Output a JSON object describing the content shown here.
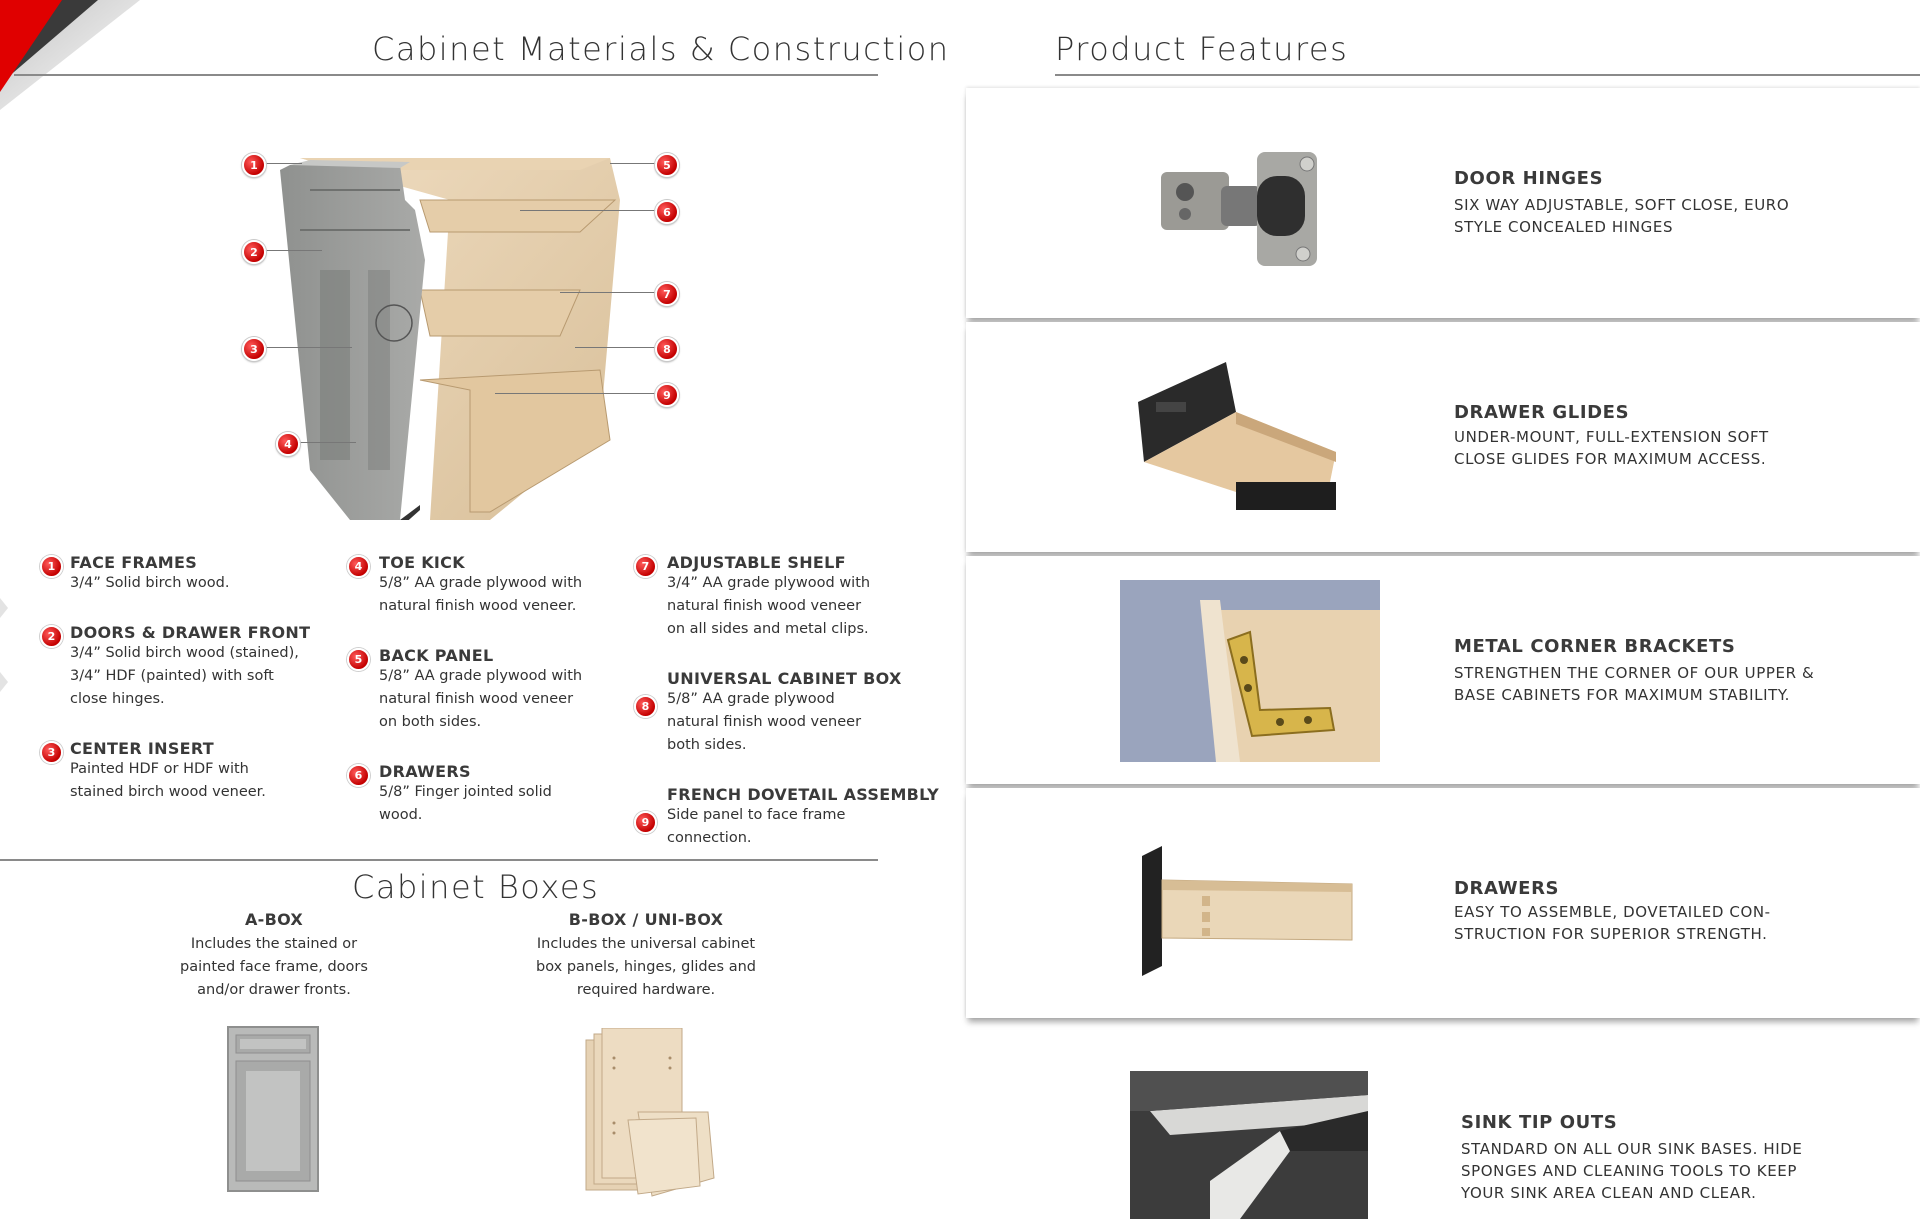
{
  "left": {
    "title": "Cabinet Materials & Construction",
    "callouts": [
      "1",
      "2",
      "3",
      "4",
      "5",
      "6",
      "7",
      "8",
      "9"
    ],
    "specs": [
      {
        "num": "1",
        "title": "FACE FRAMES",
        "body": "3/4” Solid birch wood."
      },
      {
        "num": "2",
        "title": "DOORS & DRAWER FRONT",
        "body": "3/4” Solid birch wood (stained),\n3/4” HDF (painted) with soft\nclose hinges."
      },
      {
        "num": "3",
        "title": "CENTER INSERT",
        "body": "Painted HDF or HDF with\nstained birch wood veneer."
      },
      {
        "num": "4",
        "title": "TOE KICK",
        "body": "5/8” AA grade plywood with\nnatural finish wood veneer."
      },
      {
        "num": "5",
        "title": "BACK PANEL",
        "body": "5/8” AA grade plywood with\nnatural finish wood veneer\non both sides."
      },
      {
        "num": "6",
        "title": "DRAWERS",
        "body": "5/8” Finger jointed solid\nwood."
      },
      {
        "num": "7",
        "title": "ADJUSTABLE SHELF",
        "body": "3/4” AA grade plywood with\nnatural finish wood veneer\non all sides and metal clips."
      },
      {
        "num": "8",
        "title": "UNIVERSAL CABINET BOX",
        "body": "5/8” AA grade plywood\nnatural finish wood veneer\nboth sides."
      },
      {
        "num": "9",
        "title": "FRENCH DOVETAIL ASSEMBLY",
        "body": "Side panel to face frame connection."
      }
    ],
    "boxes_title": "Cabinet Boxes",
    "boxes": [
      {
        "title": "A-BOX",
        "body": "Includes the stained or\npainted face frame, doors\nand/or drawer fronts."
      },
      {
        "title": "B-BOX / UNI-BOX",
        "body": "Includes the universal cabinet\nbox panels, hinges, glides and\nrequired hardware."
      }
    ]
  },
  "right": {
    "title": "Product Features",
    "features": [
      {
        "title": "DOOR HINGES",
        "body": "SIX WAY ADJUSTABLE, SOFT CLOSE, EURO\nSTYLE CONCEALED HINGES",
        "icon": "hinge-image"
      },
      {
        "title": "DRAWER GLIDES",
        "body": "UNDER-MOUNT, FULL-EXTENSION SOFT\nCLOSE GLIDES FOR MAXIMUM ACCESS.",
        "icon": "drawer-glide-image"
      },
      {
        "title": "METAL CORNER BRACKETS",
        "body": "STRENGTHEN THE CORNER OF OUR UPPER &\nBASE CABINETS FOR MAXIMUM STABILITY.",
        "icon": "corner-bracket-image"
      },
      {
        "title": "DRAWERS",
        "body": "EASY TO ASSEMBLE, DOVETAILED CON-\nSTRUCTION FOR SUPERIOR STRENGTH.",
        "icon": "drawer-image"
      },
      {
        "title": "SINK TIP OUTS",
        "body": "STANDARD ON ALL OUR SINK BASES. HIDE\nSPONGES AND CLEANING TOOLS TO KEEP\nYOUR SINK AREA CLEAN AND CLEAR.",
        "icon": "sink-tip-out-image"
      }
    ]
  },
  "colors": {
    "accent": "#d10000",
    "rule": "#8a8a8a",
    "text": "#333333"
  }
}
